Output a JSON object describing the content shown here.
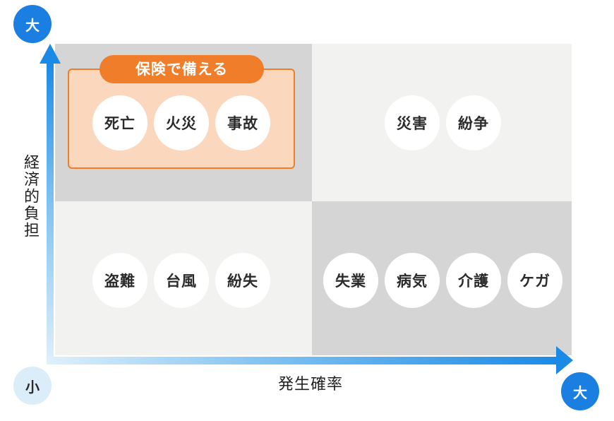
{
  "axes": {
    "y_label": "経済的負担",
    "x_label": "発生確率",
    "y_high_marker": "大",
    "origin_marker": "小",
    "x_high_marker": "大"
  },
  "highlight": {
    "label": "保険で備える",
    "fill_color": "#fbd8bd",
    "accent_color": "#ef7d2a"
  },
  "colors": {
    "axis_blue": "#1a8ae6",
    "quadrant_dark": "#d5d5d5",
    "quadrant_light": "#f2f2f1"
  },
  "quadrants": {
    "top_left": {
      "position": "high burden / low probability",
      "items": [
        "死亡",
        "火災",
        "事故"
      ]
    },
    "top_right": {
      "position": "high burden / high probability",
      "items": [
        "災害",
        "紛争"
      ]
    },
    "bottom_left": {
      "position": "low burden / low probability",
      "items": [
        "盗難",
        "台風",
        "紛失"
      ]
    },
    "bottom_right": {
      "position": "low burden / high probability",
      "items": [
        "失業",
        "病気",
        "介護",
        "ケガ"
      ]
    }
  }
}
